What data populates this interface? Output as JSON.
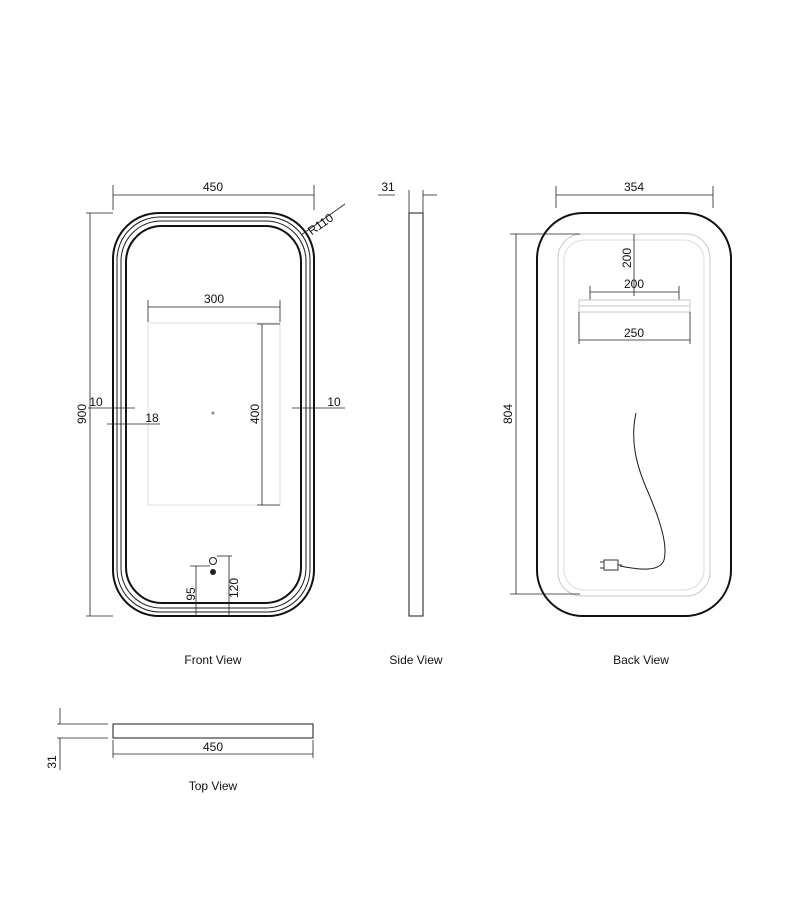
{
  "front": {
    "caption": "Front View",
    "dim_width": "450",
    "dim_height": "900",
    "dim_radius": "R110",
    "dim_display_width": "300",
    "dim_display_height": "400",
    "dim_left_margin": "10",
    "dim_right_margin": "10",
    "dim_inset": "18",
    "dim_sensor_95": "95",
    "dim_sensor_120": "120"
  },
  "side": {
    "caption": "Side View",
    "dim_depth": "31"
  },
  "back": {
    "caption": "Back View",
    "dim_width": "354",
    "dim_height": "804",
    "dim_bracket_offset": "200",
    "dim_bracket_spacing": "200",
    "dim_bracket_width": "250"
  },
  "top": {
    "caption": "Top View",
    "dim_width": "450",
    "dim_depth": "31"
  }
}
